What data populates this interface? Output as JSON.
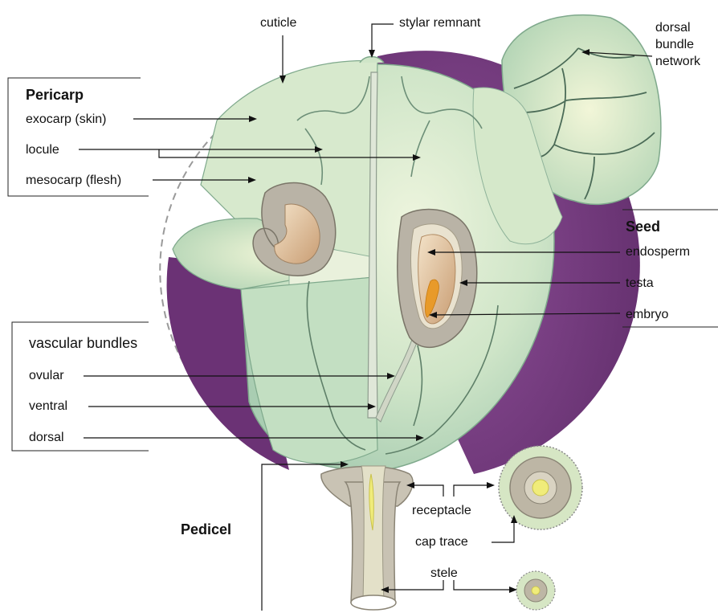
{
  "groups": {
    "pericarp": {
      "heading": "Pericarp",
      "labels": {
        "exocarp": "exocarp (skin)",
        "locule": "locule",
        "mesocarp": "mesocarp (flesh)"
      }
    },
    "seed": {
      "heading": "Seed",
      "labels": {
        "endosperm": "endosperm",
        "testa": "testa",
        "embryo": "embryo"
      }
    },
    "vascular": {
      "heading": "vascular bundles",
      "labels": {
        "ovular": "ovular",
        "ventral": "ventral",
        "dorsal": "dorsal"
      }
    },
    "pedicel": {
      "heading": "Pedicel",
      "labels": {
        "receptacle": "receptacle",
        "cap_trace": "cap trace",
        "stele": "stele"
      }
    }
  },
  "top_labels": {
    "cuticle": "cuticle",
    "stylar_remnant": "stylar remnant",
    "dorsal_bundle_network": [
      "dorsal",
      "bundle",
      "network"
    ]
  },
  "colors": {
    "skin_purple": "#7a3b86",
    "flesh_green": "#c9e2c5",
    "flesh_light": "#e6f1d6",
    "flesh_dark": "#a9cdb2",
    "seed_coat": "#b9b3a6",
    "endosperm": "#e3c7a3",
    "embryo": "#e89a2a",
    "stele_yellow": "#f0ec7a"
  }
}
